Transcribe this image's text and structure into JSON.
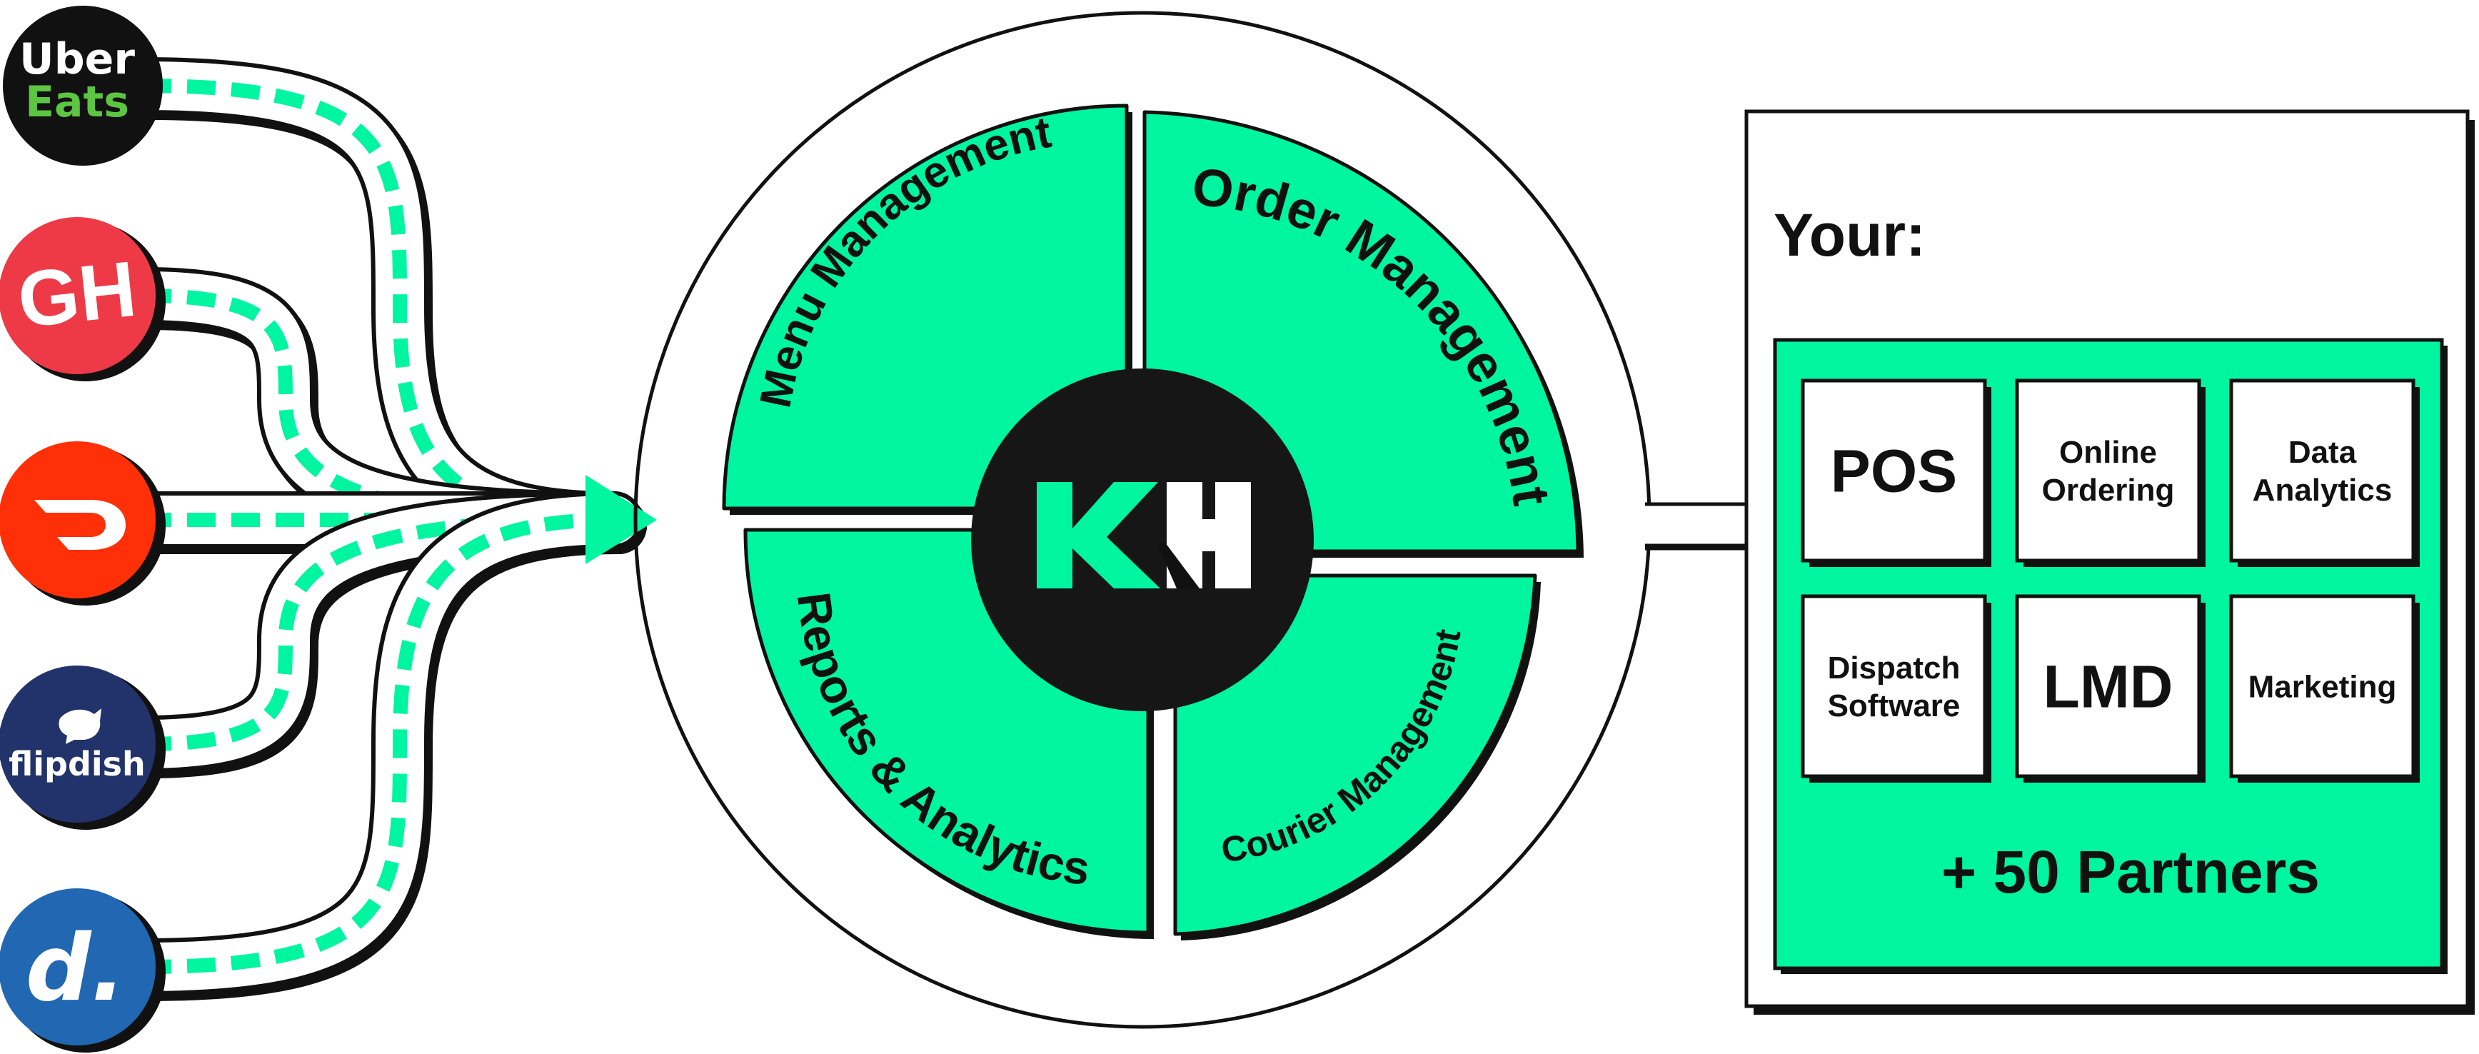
{
  "colors": {
    "accent": "#00F5A0",
    "ink": "#111111",
    "paper": "#FFFFFF",
    "uber_green": "#5CC541",
    "grubhub_red": "#EE3A47",
    "doordash_red": "#FF3008",
    "flipdish_navy": "#22336B",
    "deliveroo_blue": "#2167B1"
  },
  "sources": [
    {
      "name": "uber-eats-logo",
      "line1": "Uber",
      "line2": "Eats"
    },
    {
      "name": "grubhub-logo",
      "text": "GH"
    },
    {
      "name": "doordash-logo",
      "icon": "doordash-dash-icon"
    },
    {
      "name": "flipdish-logo",
      "text": "flipdish",
      "icon": "flipdish-fish-icon"
    },
    {
      "name": "deliveroo-logo",
      "text": "d."
    }
  ],
  "hub": {
    "logo": {
      "k": "K",
      "h": "H"
    },
    "segments": {
      "menu": "Menu Management",
      "order": "Order Management",
      "reports": "Reports & Analytics",
      "courier": "Courier Management"
    }
  },
  "panel": {
    "title": "Your:",
    "tiles": [
      {
        "key": "pos",
        "lines": [
          "POS"
        ]
      },
      {
        "key": "online-ordering",
        "lines": [
          "Online",
          "Ordering"
        ]
      },
      {
        "key": "data-analytics",
        "lines": [
          "Data",
          "Analytics"
        ]
      },
      {
        "key": "dispatch-software",
        "lines": [
          "Dispatch",
          "Software"
        ]
      },
      {
        "key": "lmd",
        "lines": [
          "LMD"
        ]
      },
      {
        "key": "marketing",
        "lines": [
          "Marketing"
        ]
      }
    ],
    "partners": "+ 50 Partners"
  }
}
